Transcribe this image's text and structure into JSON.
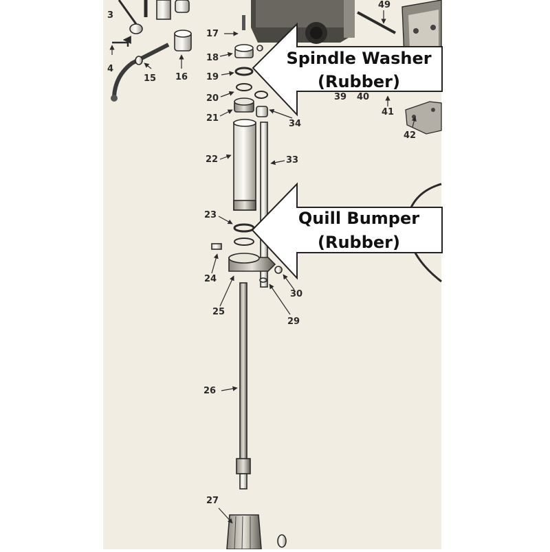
{
  "callouts": [
    {
      "line1": "Spindle Washer",
      "line2": "(Rubber)"
    },
    {
      "line1": "Quill Bumper",
      "line2": "(Rubber)"
    }
  ],
  "part_numbers": [
    "3",
    "4",
    "15",
    "16",
    "17",
    "18",
    "19",
    "20",
    "21",
    "22",
    "23",
    "24",
    "25",
    "26",
    "27",
    "29",
    "30",
    "33",
    "34",
    "39",
    "40",
    "41",
    "42",
    "49"
  ],
  "colors": {
    "paper": "#f1ede2",
    "ink": "#2a2a2a",
    "callout_fill": "#ffffff",
    "callout_stroke": "#222222"
  }
}
